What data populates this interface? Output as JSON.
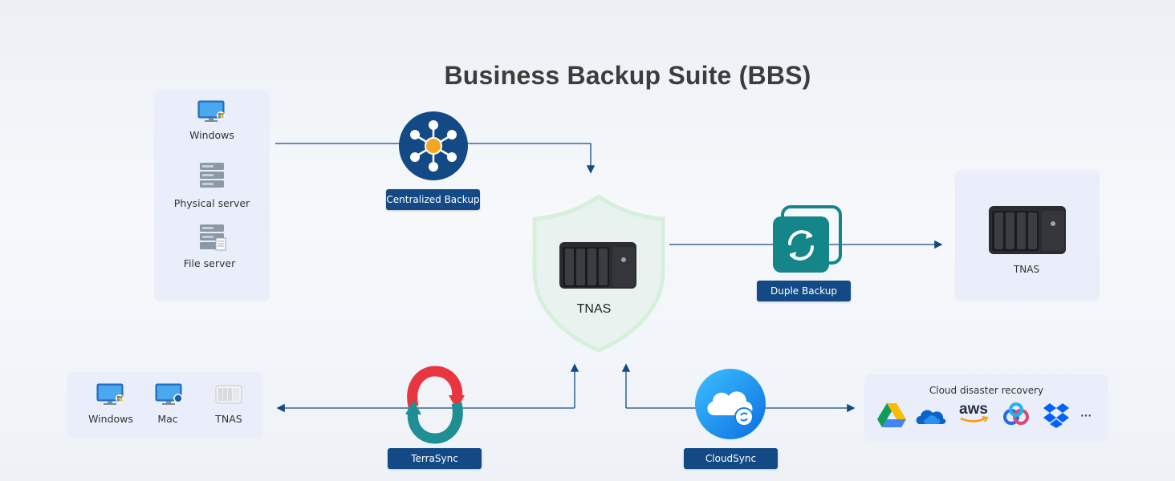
{
  "title": "Business Backup Suite (BBS)",
  "sources_panel": {
    "items": [
      {
        "label": "Windows",
        "icon": "windows-pc-icon"
      },
      {
        "label": "Physical server",
        "icon": "server-icon"
      },
      {
        "label": "File server",
        "icon": "file-server-icon"
      }
    ]
  },
  "centralized_backup": {
    "label": "Centralized Backup",
    "icon": "hub-network-icon"
  },
  "center_nas": {
    "label": "TNAS",
    "icon": "nas-device-icon"
  },
  "duple_backup": {
    "label": "Duple Backup",
    "icon": "sync-icon"
  },
  "remote_nas": {
    "label": "TNAS",
    "icon": "nas-device-icon"
  },
  "sync_panel": {
    "items": [
      {
        "label": "Windows",
        "icon": "windows-pc-icon"
      },
      {
        "label": "Mac",
        "icon": "mac-icon"
      },
      {
        "label": "TNAS",
        "icon": "nas-small-icon"
      }
    ]
  },
  "terrasync": {
    "label": "TerraSync",
    "icon": "terrasync-icon"
  },
  "cloudsync": {
    "label": "CloudSync",
    "icon": "cloud-sync-icon"
  },
  "cloud_panel": {
    "title": "Cloud disaster recovery",
    "providers": [
      {
        "name": "google-drive-icon"
      },
      {
        "name": "onedrive-icon"
      },
      {
        "name": "aws-icon",
        "text": "aws"
      },
      {
        "name": "baidu-netdisk-icon"
      },
      {
        "name": "dropbox-icon"
      }
    ],
    "more": "···"
  },
  "colors": {
    "accent": "#134a86",
    "line": "#134a86",
    "panel": "#e9eefa",
    "teal": "#14868a"
  }
}
